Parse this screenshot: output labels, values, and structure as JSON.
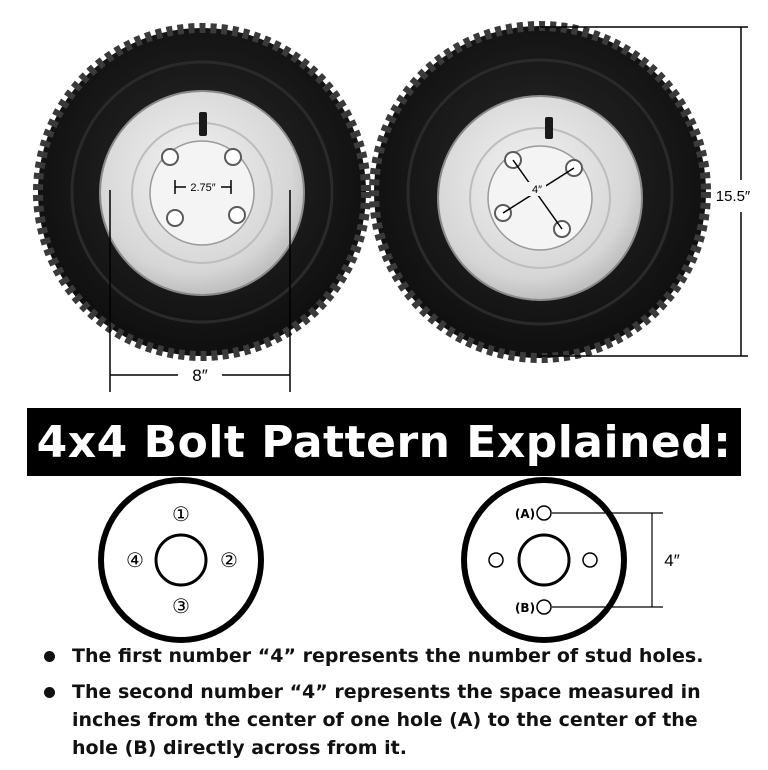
{
  "dimensions": {
    "rim_width_label": "8″",
    "hole_spacing_label": "2.75″",
    "diagonal_label": "4″",
    "tire_height_label": "15.5″"
  },
  "banner": {
    "title": "4x4 Bolt Pattern Explained:"
  },
  "diagram_left": {
    "holes": [
      "①",
      "②",
      "③",
      "④"
    ]
  },
  "diagram_right": {
    "label_a": "(A)",
    "label_b": "(B)",
    "measure_label": "4″"
  },
  "bullets": [
    {
      "text": "The first number “4” represents the number of stud holes."
    },
    {
      "text": "The second number “4” represents the space measured in inches from the center of one hole (A) to the center of the hole (B) directly across from it."
    }
  ],
  "colors": {
    "banner_bg": "#000000",
    "rim": "#d9d9d9",
    "tire": "#161616"
  }
}
